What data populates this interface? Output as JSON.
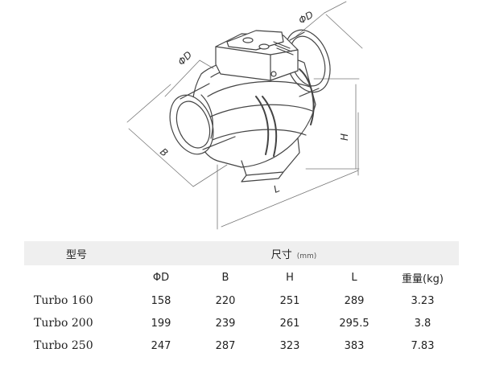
{
  "drawing": {
    "label_od_top": "ΦD",
    "label_od_left": "ΦD",
    "label_b": "B",
    "label_h": "H",
    "label_l": "L"
  },
  "table": {
    "model_header": "型号",
    "size_header": "尺寸",
    "size_unit": "(mm)",
    "columns": [
      "ΦD",
      "B",
      "H",
      "L",
      "重量(kg)"
    ],
    "rows": [
      {
        "model": "Turbo 160",
        "values": [
          "158",
          "220",
          "251",
          "289",
          "3.23"
        ]
      },
      {
        "model": "Turbo 200",
        "values": [
          "199",
          "239",
          "261",
          "295.5",
          "3.8"
        ]
      },
      {
        "model": "Turbo 250",
        "values": [
          "247",
          "287",
          "323",
          "383",
          "7.83"
        ]
      }
    ]
  }
}
